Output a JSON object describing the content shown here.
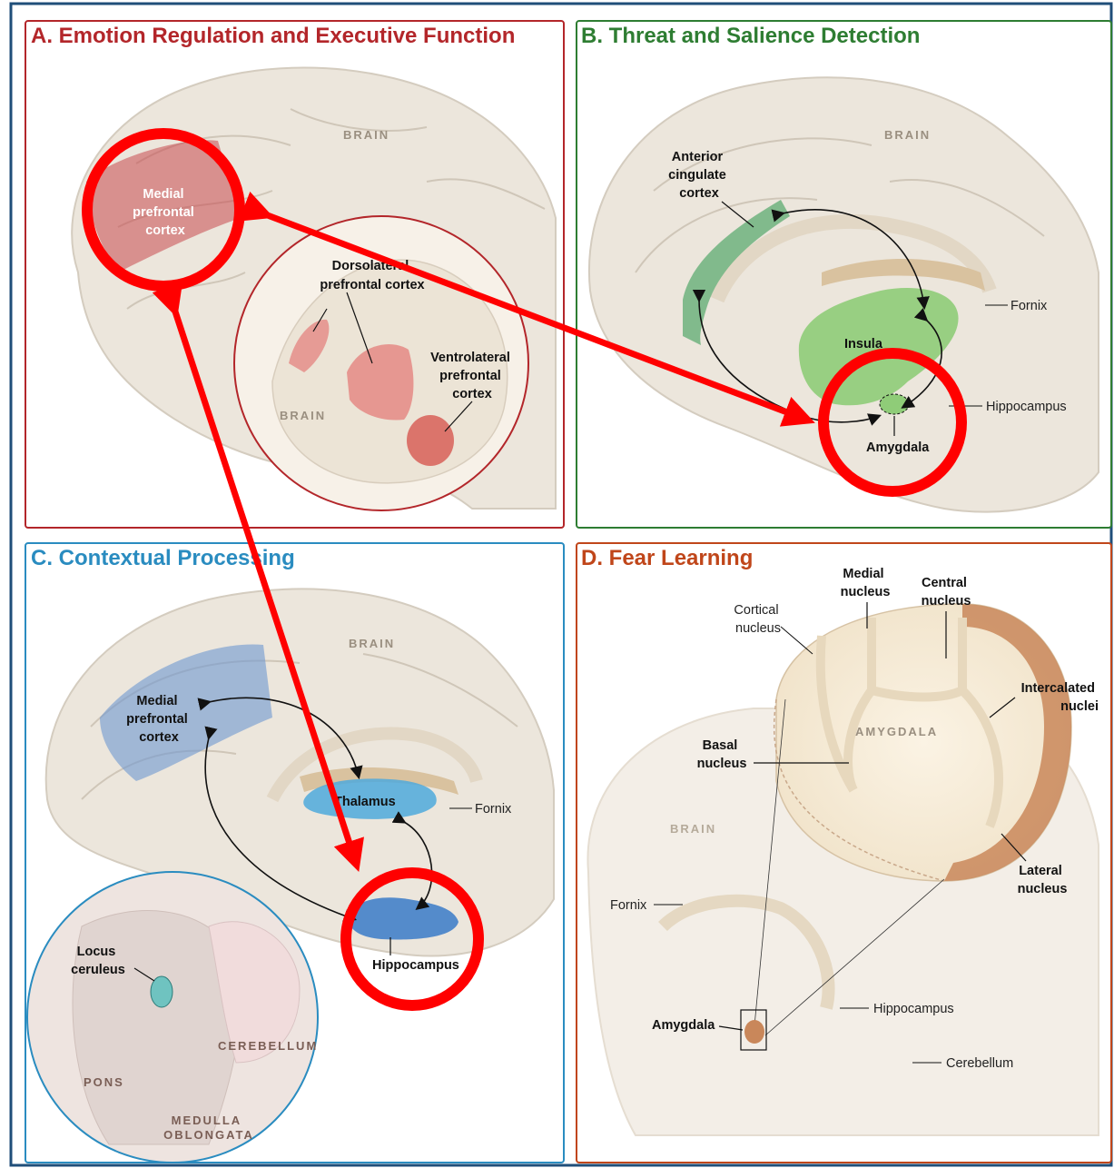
{
  "panels": {
    "a": {
      "title": "A. Emotion Regulation and Executive Function",
      "brain": "BRAIN",
      "mpfc": [
        "Medial",
        "prefrontal",
        "cortex"
      ],
      "dlpfc": [
        "Dorsolateral",
        "prefrontal cortex"
      ],
      "vlpfc": [
        "Ventrolateral",
        "prefrontal",
        "cortex"
      ],
      "inset_brain": "BRAIN"
    },
    "b": {
      "title": "B. Threat and Salience Detection",
      "brain": "BRAIN",
      "acc": [
        "Anterior",
        "cingulate",
        "cortex"
      ],
      "fornix": "Fornix",
      "insula": "Insula",
      "hippocampus": "Hippocampus",
      "amygdala": "Amygdala"
    },
    "c": {
      "title": "C. Contextual Processing",
      "brain": "BRAIN",
      "mpfc": [
        "Medial",
        "prefrontal",
        "cortex"
      ],
      "thalamus": "Thalamus",
      "fornix": "Fornix",
      "hippocampus": "Hippocampus",
      "locus": [
        "Locus",
        "ceruleus"
      ],
      "cerebellum": "CEREBELLUM",
      "pons": "PONS",
      "medulla": [
        "MEDULLA",
        "OBLONGATA"
      ]
    },
    "d": {
      "title": "D. Fear Learning",
      "medial": [
        "Medial",
        "nucleus"
      ],
      "central": [
        "Central",
        "nucleus"
      ],
      "cortical": [
        "Cortical",
        "nucleus"
      ],
      "intercalated": [
        "Intercalated",
        "nuclei"
      ],
      "amygdala_caps": "AMYGDALA",
      "basal": [
        "Basal",
        "nucleus"
      ],
      "brain": "BRAIN",
      "lateral": [
        "Lateral",
        "nucleus"
      ],
      "fornix": "Fornix",
      "hippocampus": "Hippocampus",
      "amygdala": "Amygdala",
      "cerebellum": "Cerebellum"
    }
  },
  "colors": {
    "panel_a": "#b3262a",
    "panel_b": "#2e7d32",
    "panel_c": "#2a8cc0",
    "panel_d": "#c0461a",
    "frame": "#1f4e79",
    "highlight": "#ff0000",
    "brain_fill": "#ece6dc"
  }
}
